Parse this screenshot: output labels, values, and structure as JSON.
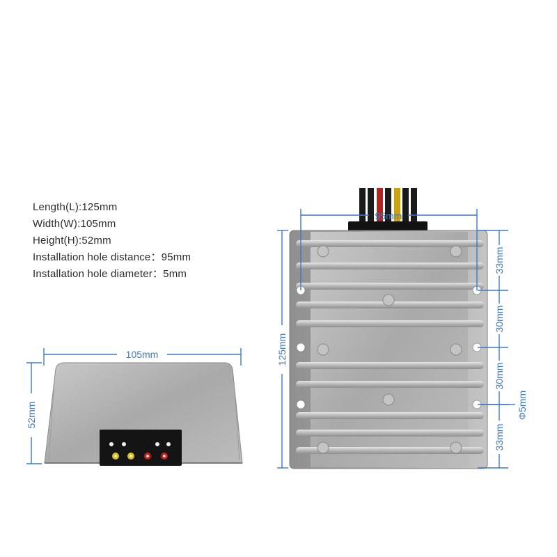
{
  "specs": {
    "length": "Length(L):125mm",
    "width": "Width(W):105mm",
    "height": "Height(H):52mm",
    "hole_distance": "Installation hole distance：95mm",
    "hole_diameter": "Installation hole diameter：5mm"
  },
  "dimensions": {
    "front_width": "105mm",
    "front_height": "52mm",
    "hole_distance": "95mm",
    "top_length": "125mm",
    "seg1": "33mm",
    "seg2": "30mm",
    "seg3": "30mm",
    "seg4": "33mm",
    "hole_diameter": "Φ5mm"
  },
  "colors": {
    "dimension": "#3a78c9",
    "housing": "#b2b2b2",
    "wire_black": "#1a1a1a",
    "wire_red": "#b3241f",
    "wire_yellow": "#c9a21a"
  }
}
